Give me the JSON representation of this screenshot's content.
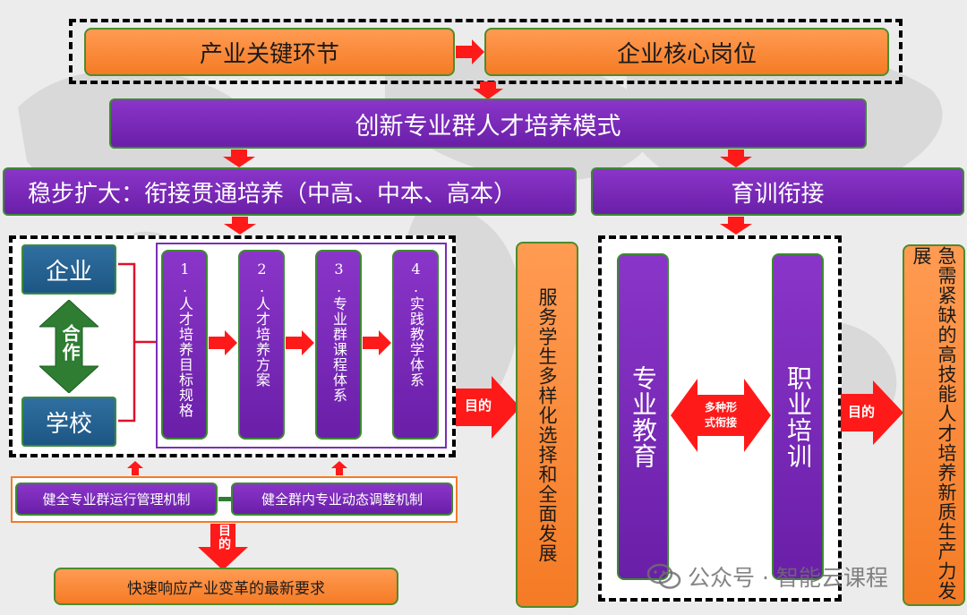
{
  "top": {
    "left_box": "产业关键环节",
    "right_box": "企业核心岗位"
  },
  "banner": "创新专业群人才培养模式",
  "left_header": "稳步扩大：衔接贯通培养（中高、中本、高本）",
  "right_header": "育训衔接",
  "left_panel": {
    "enterprise": "企业",
    "cooperate": "合作",
    "school": "学校",
    "steps": [
      "1.人才培养目标规格",
      "2.人才培养方案",
      "3.专业群课程体系",
      "4.实践教学体系"
    ]
  },
  "mechanisms": {
    "left": "健全专业群运行管理机制",
    "right": "健全群内专业动态调整机制"
  },
  "purpose_label": "目的",
  "purpose_vertical": "目的",
  "bottom_result": "快速响应产业变革的最新要求",
  "middle_result": "服务学生多样化选择和全面发展",
  "right_panel": {
    "professional_education": "专业教育",
    "vocational_training": "职业培训",
    "link_label": "多种形式衔接"
  },
  "final_result": "急需紧缺的高技能人才培养新质生产力发展",
  "watermark": "公众号 · 智能云课程",
  "colors": {
    "orange": "#f57b25",
    "purple": "#6a1fa8",
    "teal": "#1d5684",
    "red_arrow": "#ff1a1a",
    "crimson_bracket": "#e0102a"
  }
}
